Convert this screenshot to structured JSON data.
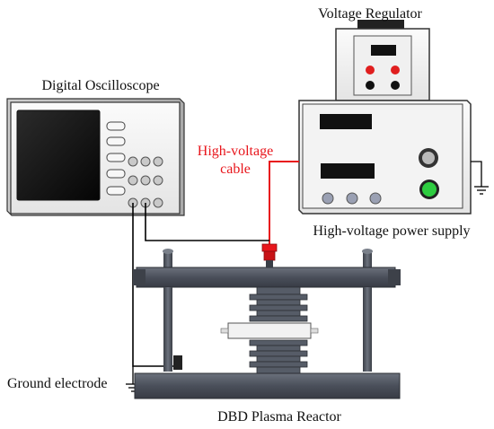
{
  "labels": {
    "voltage_regulator": "Voltage Regulator",
    "digital_oscilloscope": "Digital Oscilloscope",
    "hv_cable_line1": "High-voltage",
    "hv_cable_line2": "cable",
    "hv_power_supply": "High-voltage power supply",
    "ground_electrode": "Ground electrode",
    "dbd_reactor": "DBD Plasma Reactor"
  },
  "colors": {
    "cable": "#e8161c",
    "wire": "#000000",
    "panel": "#f4f4f4",
    "reactor_body": "#4a4f5a",
    "indicator_green": "#2ecc40",
    "knob_red": "#e01e1e"
  }
}
